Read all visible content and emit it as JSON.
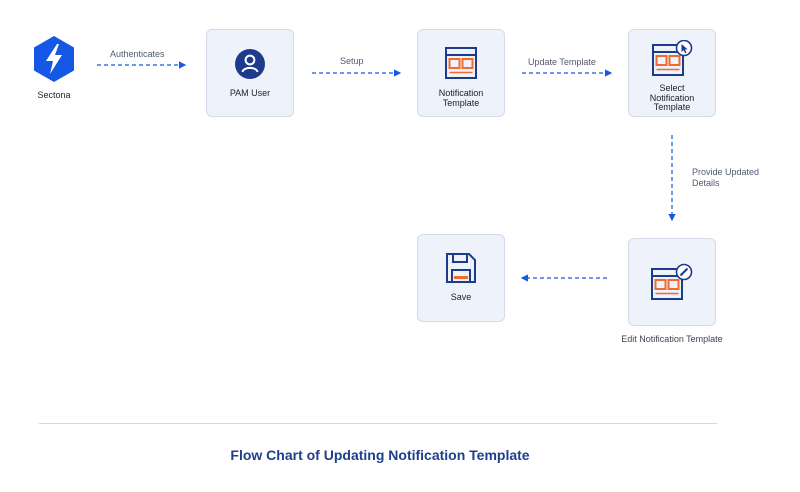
{
  "brand": {
    "name": "Sectona",
    "icon": "lightning-hexagon-icon",
    "color": "#1558e6"
  },
  "nodes": {
    "pam_user": {
      "label": "PAM User",
      "icon": "user-icon"
    },
    "notification_template": {
      "label_line1": "Notification",
      "label_line2": "Template",
      "icon": "template-window-icon"
    },
    "select_template": {
      "label_line1": "Select",
      "label_line2": "Notification",
      "label_line3": "Template",
      "icon": "template-cursor-icon"
    },
    "edit_template": {
      "label": "Edit Notification Template",
      "icon": "template-edit-icon"
    },
    "save": {
      "label": "Save",
      "icon": "floppy-disk-icon"
    }
  },
  "edges": {
    "authenticates": "Authenticates",
    "setup": "Setup",
    "update_template": "Update Template",
    "provide_details_line1": "Provide Updated",
    "provide_details_line2": "Details"
  },
  "caption": "Flow Chart of Updating Notification Template",
  "colors": {
    "accent": "#1558e6",
    "icon_outline": "#1e3a8a",
    "icon_fill": "#f26b2b",
    "node_bg": "#eef2fb"
  }
}
